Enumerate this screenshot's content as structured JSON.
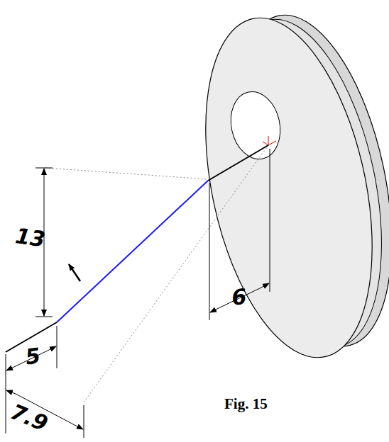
{
  "diagram": {
    "caption": "Fig. 15",
    "labels": [
      "13",
      "5",
      "6",
      "7.9"
    ]
  }
}
